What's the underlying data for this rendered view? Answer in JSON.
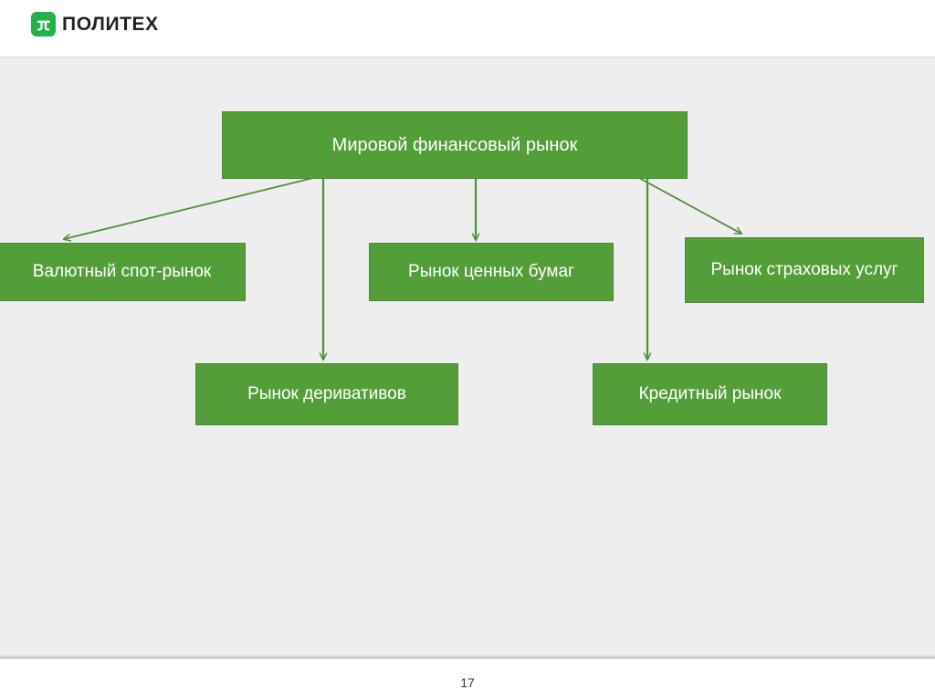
{
  "header": {
    "logo_icon": "pi-logo-icon",
    "logo_text": "ПОЛИТЕХ",
    "logo_color": "#22b24c"
  },
  "slide": {
    "background_color": "#eeeeee",
    "node_fill_color": "#549e39",
    "node_border_color": "#4a8a33",
    "node_text_color": "#ffffff",
    "connector_color": "#4f9139"
  },
  "diagram": {
    "type": "hierarchy-tree",
    "root": {
      "id": "root",
      "label": "Мировой финансовый рынок"
    },
    "children": [
      {
        "id": "spot",
        "label": "Валютный спот-рынок"
      },
      {
        "id": "derivatives",
        "label": "Рынок деривативов"
      },
      {
        "id": "securities",
        "label": "Рынок ценных бумаг"
      },
      {
        "id": "credit",
        "label": "Кредитный рынок"
      },
      {
        "id": "insurance",
        "label": "Рынок страховых услуг"
      }
    ],
    "connectors": [
      {
        "from": "root",
        "to": "spot",
        "style": "diagonal-arrow"
      },
      {
        "from": "root",
        "to": "derivatives",
        "style": "vertical-arrow"
      },
      {
        "from": "root",
        "to": "securities",
        "style": "vertical-arrow"
      },
      {
        "from": "root",
        "to": "credit",
        "style": "vertical-arrow"
      },
      {
        "from": "root",
        "to": "insurance",
        "style": "diagonal-arrow"
      }
    ]
  },
  "footer": {
    "page_number": "17"
  }
}
